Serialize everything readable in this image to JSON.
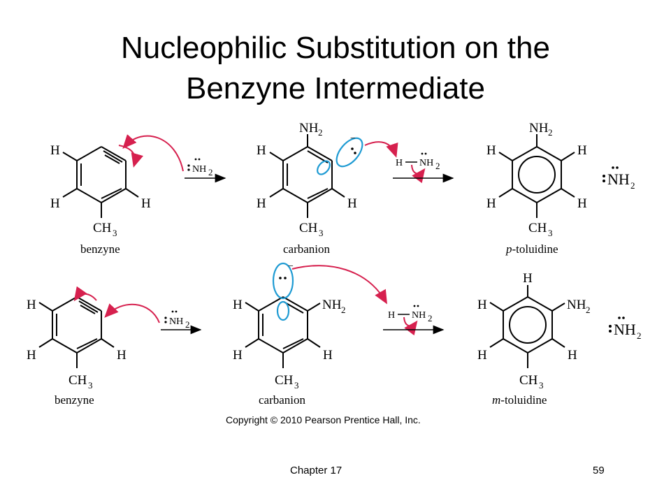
{
  "slide": {
    "title_line1": "Nucleophilic Substitution on the",
    "title_line2": "Benzyne Intermediate"
  },
  "scheme": {
    "atoms": {
      "H": "H",
      "NH": "NH",
      "N": "N",
      "CH": "CH",
      "sub2": "2",
      "sub3": "3",
      "neg": "−"
    },
    "row1": {
      "label1": "benzyne",
      "label2": "carbanion",
      "label3_italic": "p",
      "label3_rest": "-toluidine"
    },
    "row2": {
      "label1": "benzyne",
      "label2": "carbanion",
      "label3_italic": "m",
      "label3_rest": "-toluidine"
    },
    "copyright": "Copyright © 2010 Pearson Prentice Hall, Inc."
  },
  "footer": {
    "chapter": "Chapter 17",
    "page": "59"
  },
  "colors": {
    "arrow": "#d6204e",
    "orbital": "#1f9bd3"
  }
}
